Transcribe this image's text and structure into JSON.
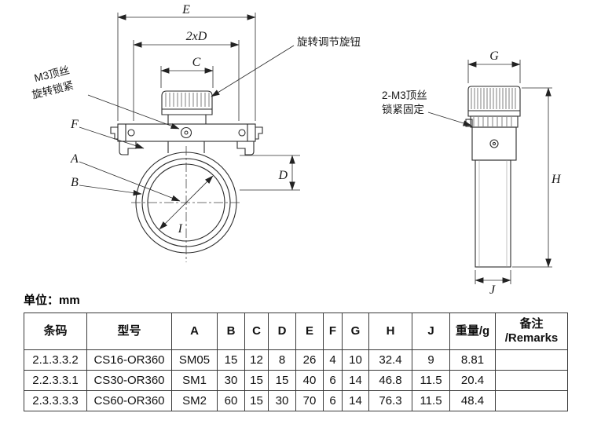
{
  "drawing": {
    "callouts": {
      "knob_label": "旋转调节旋钮",
      "m3_front_line1": "M3顶丝",
      "m3_front_line2": "旋转锁紧",
      "m3_side_line1": "2-M3顶丝",
      "m3_side_line2": "锁紧固定"
    },
    "dims": {
      "E": "E",
      "twoxD": "2xD",
      "C": "C",
      "D": "D",
      "F": "F",
      "A": "A",
      "B": "B",
      "I": "I",
      "G": "G",
      "H": "H",
      "J": "J"
    }
  },
  "unit_label": "单位：mm",
  "table": {
    "headers": [
      "条码",
      "型号",
      "A",
      "B",
      "C",
      "D",
      "E",
      "F",
      "G",
      "H",
      "J",
      "重量/g",
      "备注\n/Remarks"
    ],
    "rows": [
      [
        "2.1.3.3.2",
        "CS16-OR360",
        "SM05",
        "15",
        "12",
        "8",
        "26",
        "4",
        "10",
        "32.4",
        "9",
        "8.81",
        ""
      ],
      [
        "2.2.3.3.1",
        "CS30-OR360",
        "SM1",
        "30",
        "15",
        "15",
        "40",
        "6",
        "14",
        "46.8",
        "11.5",
        "20.4",
        ""
      ],
      [
        "2.3.3.3.3",
        "CS60-OR360",
        "SM2",
        "60",
        "15",
        "30",
        "70",
        "6",
        "14",
        "76.3",
        "11.5",
        "48.4",
        ""
      ]
    ]
  }
}
